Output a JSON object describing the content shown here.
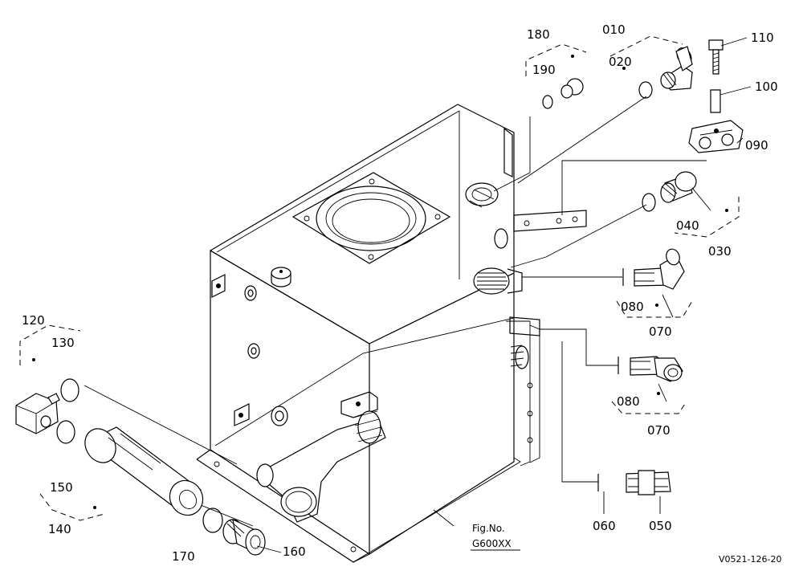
{
  "labels": {
    "p010": "010",
    "p020": "020",
    "p030": "030",
    "p040": "040",
    "p050": "050",
    "p060": "060",
    "p070a": "070",
    "p070b": "070",
    "p080a": "080",
    "p080b": "080",
    "p090": "090",
    "p100": "100",
    "p110": "110",
    "p120": "120",
    "p130": "130",
    "p140": "140",
    "p150": "150",
    "p160": "160",
    "p170": "170",
    "p180": "180",
    "p190": "190"
  },
  "figure": {
    "fig_label": "Fig.No.",
    "fig_number": "G600XX"
  },
  "drawing_code": "V0521-126-20"
}
